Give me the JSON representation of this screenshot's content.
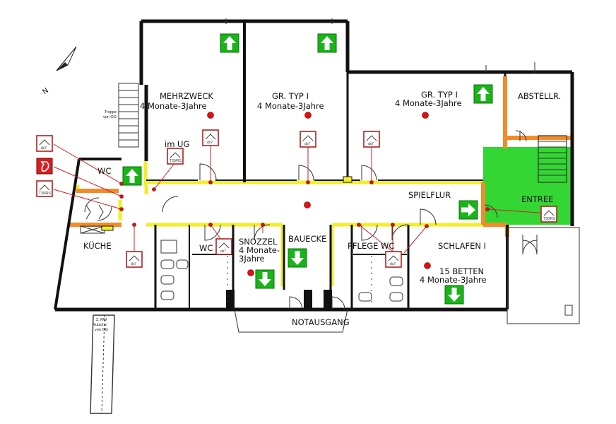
{
  "rooms": {
    "mehrzweck": {
      "name": "MEHRZWECK",
      "age": "4 Monate-3Jahre"
    },
    "gr_typ_1a": {
      "name": "GR. TYP I",
      "age": "4 Monate-3Jahre"
    },
    "gr_typ_1b": {
      "name": "GR. TYP I",
      "age": "4 Monate-3Jahre"
    },
    "abstellr": {
      "name": "ABSTELLR."
    },
    "im_ug": {
      "name": "im UG"
    },
    "wc_top": {
      "name": "WC"
    },
    "spielflur": {
      "name": "SPIELFLUR"
    },
    "entree": {
      "name": "ENTREE"
    },
    "kueche": {
      "name": "KÜCHE"
    },
    "wc_mid": {
      "name": "WC"
    },
    "snozzel": {
      "name": "SNOZZEL",
      "age1": "4 Monate-",
      "age2": "3Jahre"
    },
    "bauecke": {
      "name": "BAUECKE"
    },
    "pflege_wc": {
      "name": "PFLEGE WC"
    },
    "schlafen": {
      "name": "SCHLAFEN I",
      "beds": "15 BETTEN",
      "age": "4 Monate-3Jahre"
    },
    "notausgang": {
      "name": "NOTAUSGANG"
    }
  },
  "notes": {
    "treppe_line1": "Treppe",
    "treppe_line2": "von OG",
    "rw_line1": "2. RW",
    "rw_line2": "Rutsche",
    "rw_line3": "von OG",
    "north": "N"
  },
  "symbols": {
    "detector": "ds7",
    "door_closer": "T30/RS"
  },
  "colors": {
    "wall": "#111111",
    "escape_route": "#f2ee2a",
    "fire_section": "#f28c28",
    "entree_fill": "#33d633",
    "exit_sign": "#19b419",
    "detector_frame": "#b02020",
    "alarm_point": "#e01010",
    "extinguisher": "#d42020",
    "link_line": "#d02020"
  }
}
